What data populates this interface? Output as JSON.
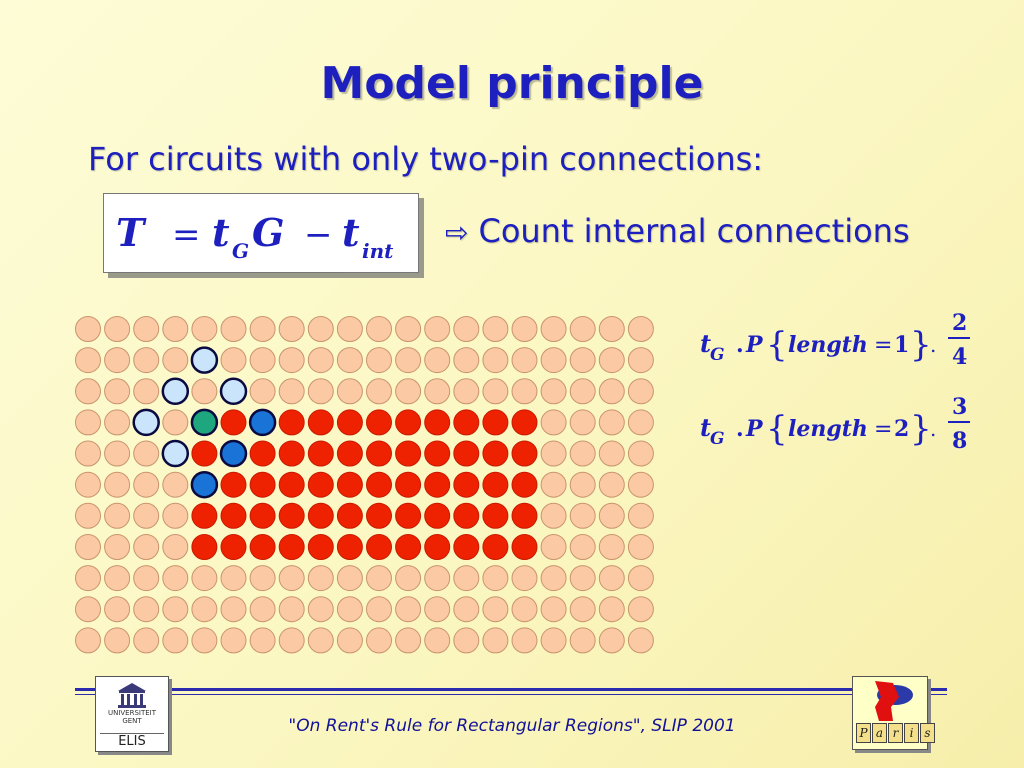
{
  "slide": {
    "title": "Model principle",
    "subtitle": "For circuits with only two-pin connections:",
    "bullet": "Count internal connections",
    "bullet_icon": "arrow-right-icon",
    "footer": "\"On Rent's Rule for Rectangular Regions\", SLIP 2001"
  },
  "formula_main": {
    "T": "T",
    "eq": "=",
    "t": "t",
    "G_sub": "G",
    "G": "G",
    "minus": "−",
    "t2": "t",
    "int_sub": "int"
  },
  "equations": [
    {
      "t": "t",
      "sub": "G",
      "dot": ".",
      "P": "P",
      "lbrace": "{",
      "label": "length",
      "eq": "=",
      "value": "1",
      "rbrace": "}",
      "numerator": "2",
      "denominator": "4"
    },
    {
      "t": "t",
      "sub": "G",
      "dot": ".",
      "P": "P",
      "lbrace": "{",
      "label": "length",
      "eq": "=",
      "value": "2",
      "rbrace": "}",
      "numerator": "3",
      "denominator": "8"
    }
  ],
  "grid": {
    "rows": 11,
    "cols": 20,
    "colors": {
      "default": "#fbc9a3",
      "red": "#ee2200",
      "green": "#1ea77e",
      "blue": "#1a73d6",
      "light_blue": "#c9e4fb"
    },
    "red_region": {
      "rows": [
        3,
        7
      ],
      "cols": [
        4,
        15
      ]
    },
    "special_cells": [
      {
        "row": 1,
        "col": 4,
        "kind": "light_blue"
      },
      {
        "row": 2,
        "col": 3,
        "kind": "light_blue"
      },
      {
        "row": 2,
        "col": 5,
        "kind": "light_blue"
      },
      {
        "row": 3,
        "col": 2,
        "kind": "light_blue"
      },
      {
        "row": 3,
        "col": 4,
        "kind": "green"
      },
      {
        "row": 3,
        "col": 6,
        "kind": "blue"
      },
      {
        "row": 4,
        "col": 3,
        "kind": "light_blue"
      },
      {
        "row": 4,
        "col": 5,
        "kind": "blue"
      },
      {
        "row": 5,
        "col": 4,
        "kind": "blue"
      }
    ]
  },
  "logos": {
    "left": {
      "line1": "UNIVERSITEIT",
      "line2": "GENT",
      "name": "ELIS"
    },
    "right": {
      "letters": [
        "P",
        "a",
        "r",
        "i",
        "s"
      ]
    }
  }
}
